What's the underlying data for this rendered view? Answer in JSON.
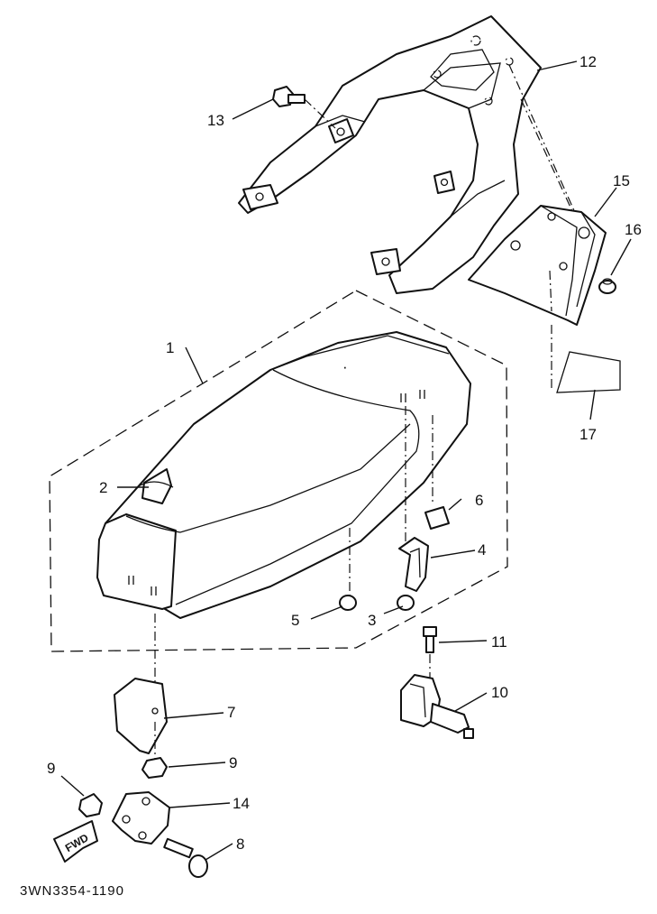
{
  "diagram": {
    "drawing_code": "3WN3354-1190",
    "fwd_label": "FWD",
    "callouts": {
      "p1": "1",
      "p2": "2",
      "p3": "3",
      "p4": "4",
      "p5": "5",
      "p6": "6",
      "p7": "7",
      "p8": "8",
      "p9a": "9",
      "p9b": "9",
      "p10": "10",
      "p11": "11",
      "p12": "12",
      "p13": "13",
      "p14": "14",
      "p15": "15",
      "p16": "16",
      "p17": "17"
    }
  }
}
